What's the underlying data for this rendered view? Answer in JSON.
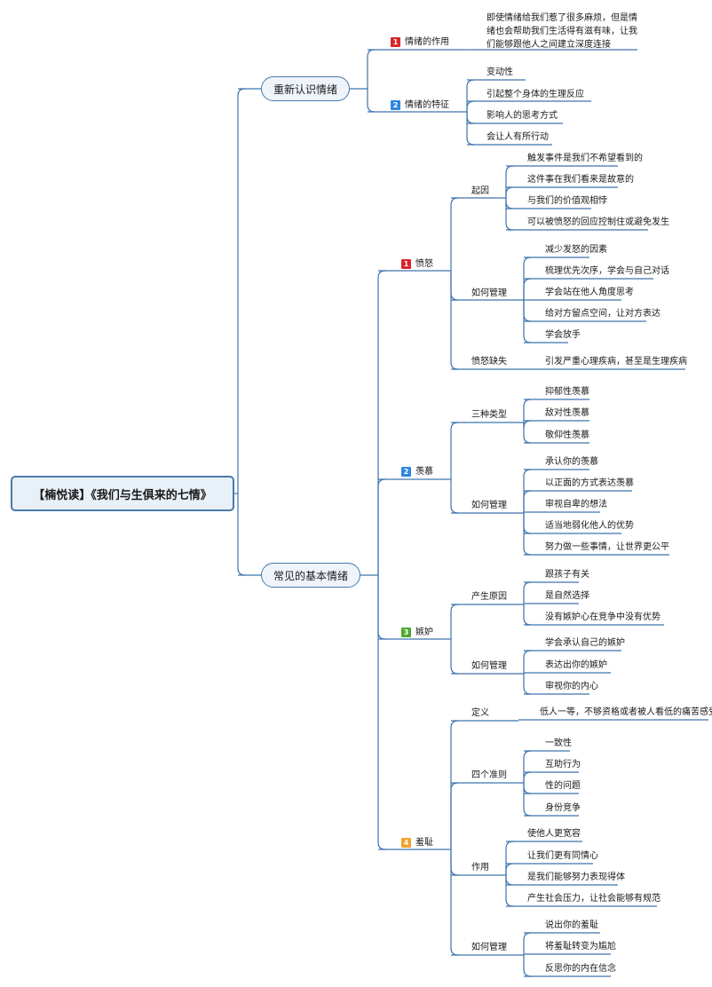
{
  "root": "【楠悦读】《我们与生俱来的七情》",
  "badge_colors": {
    "1": "#d9262a",
    "2": "#2e86e0",
    "3": "#4fa82e",
    "4": "#f2a22a"
  },
  "line_color": "#3d73ad",
  "main_topics": [
    {
      "label": "重新认识情绪",
      "subs": [
        {
          "badge": "1",
          "label": "情绪的作用",
          "items": [
            "即使情绪给我们惹了很多麻烦，但是情绪也会帮助我们生活得有滋有味，让我们能够跟他人之间建立深度连接"
          ]
        },
        {
          "badge": "2",
          "label": "情绪的特征",
          "items": [
            "变动性",
            "引起整个身体的生理反应",
            "影响人的思考方式",
            "会让人有所行动"
          ]
        }
      ]
    },
    {
      "label": "常见的基本情绪",
      "subs": [
        {
          "badge": "1",
          "label": "愤怒",
          "groups": [
            {
              "label": "起因",
              "items": [
                "触发事件是我们不希望看到的",
                "这件事在我们看来是故意的",
                "与我们的价值观相悖",
                "可以被愤怒的回应控制住或避免发生"
              ]
            },
            {
              "label": "如何管理",
              "items": [
                "减少发怒的因素",
                "梳理优先次序，学会与自己对话",
                "学会站在他人角度思考",
                "给对方留点空间，让对方表达",
                "学会放手"
              ]
            },
            {
              "label": "愤怒缺失",
              "items": [
                "引发严重心理疾病，甚至是生理疾病"
              ]
            }
          ]
        },
        {
          "badge": "2",
          "label": "羡慕",
          "groups": [
            {
              "label": "三种类型",
              "items": [
                "抑郁性羡慕",
                "敌对性羡慕",
                "敬仰性羡慕"
              ]
            },
            {
              "label": "如何管理",
              "items": [
                "承认你的羡慕",
                "以正面的方式表达羡慕",
                "审视自卑的想法",
                "适当地弱化他人的优势",
                "努力做一些事情，让世界更公平"
              ]
            }
          ]
        },
        {
          "badge": "3",
          "label": "嫉妒",
          "groups": [
            {
              "label": "产生原因",
              "items": [
                "跟孩子有关",
                "是自然选择",
                "没有嫉妒心在竞争中没有优势"
              ]
            },
            {
              "label": "如何管理",
              "items": [
                "学会承认自己的嫉妒",
                "表达出你的嫉妒",
                "审视你的内心"
              ]
            }
          ]
        },
        {
          "badge": "4",
          "label": "羞耻",
          "groups": [
            {
              "label": "定义",
              "items": [
                "低人一等，不够资格或者被人看低的痛苦感受"
              ]
            },
            {
              "label": "四个准则",
              "items": [
                "一致性",
                "互助行为",
                "性的问题",
                "身份竞争"
              ]
            },
            {
              "label": "作用",
              "items": [
                "使他人更宽容",
                "让我们更有同情心",
                "是我们能够努力表现得体",
                "产生社会压力，让社会能够有规范"
              ]
            },
            {
              "label": "如何管理",
              "items": [
                "说出你的羞耻",
                "将羞耻转变为尴尬",
                "反思你的内在信念"
              ]
            }
          ]
        }
      ]
    }
  ]
}
